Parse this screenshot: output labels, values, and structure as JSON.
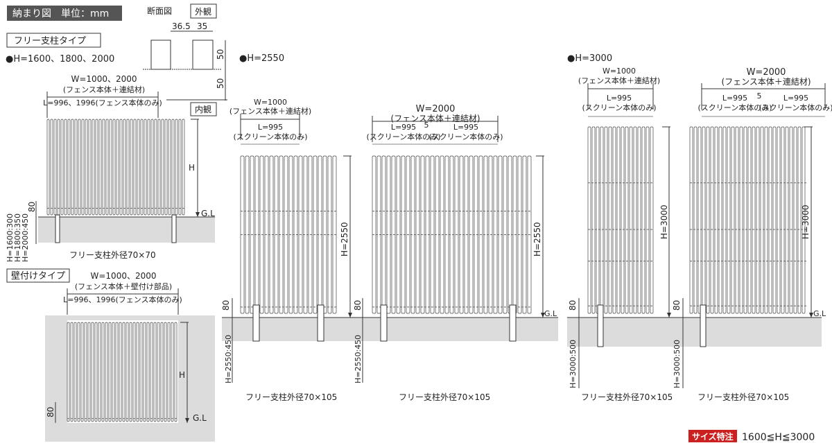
{
  "header": {
    "title": "納まり図　単位：mm"
  },
  "section": {
    "title": "断面図",
    "outside": "外観",
    "inside": "内観",
    "dim_a": "36.5",
    "dim_b": "35",
    "dim_h1": "50",
    "dim_h2": "50"
  },
  "free_type": {
    "label": "フリー支柱タイプ",
    "heights": "●H=1600、1800、2000",
    "w": "W=1000、2000",
    "w_note": "(フェンス本体＋連結材)",
    "l": "L=996、1996(フェンス本体のみ)",
    "h": "H",
    "gl": "G.L",
    "base": "80",
    "embed": [
      "H=1600:300",
      "H=1800:350",
      "H=2000:450"
    ],
    "post": "フリー支柱外径70×70"
  },
  "wall_type": {
    "label": "壁付けタイプ",
    "w": "W=1000、2000",
    "w_note": "(フェンス本体＋壁付け部品)",
    "l": "L=996、1996(フェンス本体のみ)",
    "h": "H",
    "gl": "G.L",
    "base": "80"
  },
  "h2550": {
    "heading": "●H=2550",
    "a": {
      "w": "W=1000",
      "w_note": "(フェンス本体＋連結材)",
      "l": "L=995",
      "l_note": "(スクリーン本体のみ)",
      "h": "H=2550",
      "base": "80",
      "embed": "H=2550:450",
      "post": "フリー支柱外径70×105"
    },
    "b": {
      "w": "W=2000",
      "w_note": "(フェンス本体＋連結材)",
      "l1": "L=995",
      "l2": "L=995",
      "gap": "5",
      "l_note": "(スクリーン本体のみ)",
      "h": "H=2550",
      "base": "80",
      "embed": "H=2550:450",
      "gl": "G.L",
      "post": "フリー支柱外径70×105"
    }
  },
  "h3000": {
    "heading": "●H=3000",
    "a": {
      "w": "W=1000",
      "w_note": "(フェンス本体＋連結材)",
      "l": "L=995",
      "l_note": "(スクリーン本体のみ)",
      "h": "H=3000",
      "base": "80",
      "embed": "H=3000:500",
      "post": "フリー支柱外径70×105"
    },
    "b": {
      "w": "W=2000",
      "w_note": "(フェンス本体＋連結材)",
      "l1": "L=995",
      "l2": "L=995",
      "gap": "5",
      "l_note": "(スクリーン本体のみ)",
      "h": "H=3000",
      "base": "80",
      "embed": "H=3000:500",
      "gl": "G.L",
      "post": "フリー支柱外径70×105"
    }
  },
  "footer": {
    "badge": "サイズ特注",
    "range": "1600≦H≦3000"
  },
  "colors": {
    "header_bg": "#555555",
    "ground": "#dcdcdc",
    "badge": "#cc1f1f"
  }
}
